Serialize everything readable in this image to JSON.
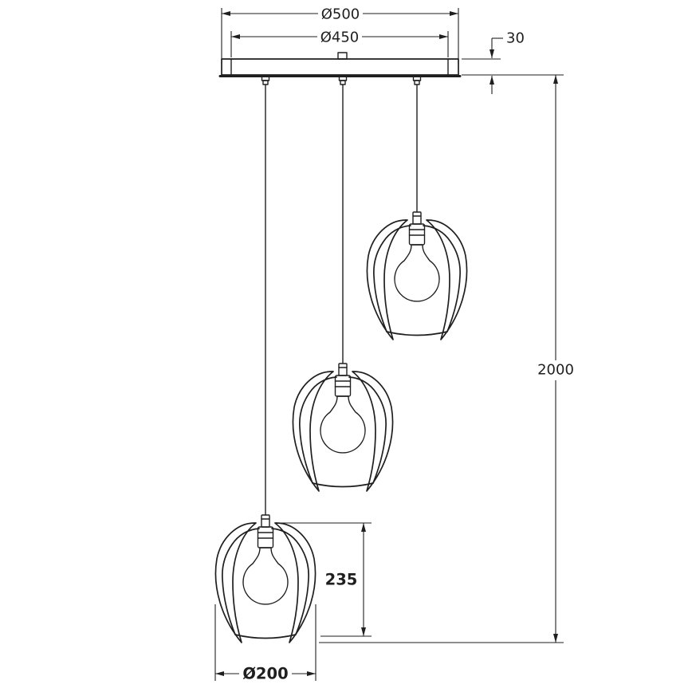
{
  "page": {
    "background": "#ffffff",
    "line_color": "#1f1f1f"
  },
  "drawing": {
    "labels": {
      "canopy_diameter_outer": "Ø500",
      "canopy_diameter_recess": "Ø450",
      "canopy_thickness": "30",
      "suspension_drop": "2000",
      "shade_height": "235",
      "shade_diameter": "Ø200"
    }
  }
}
